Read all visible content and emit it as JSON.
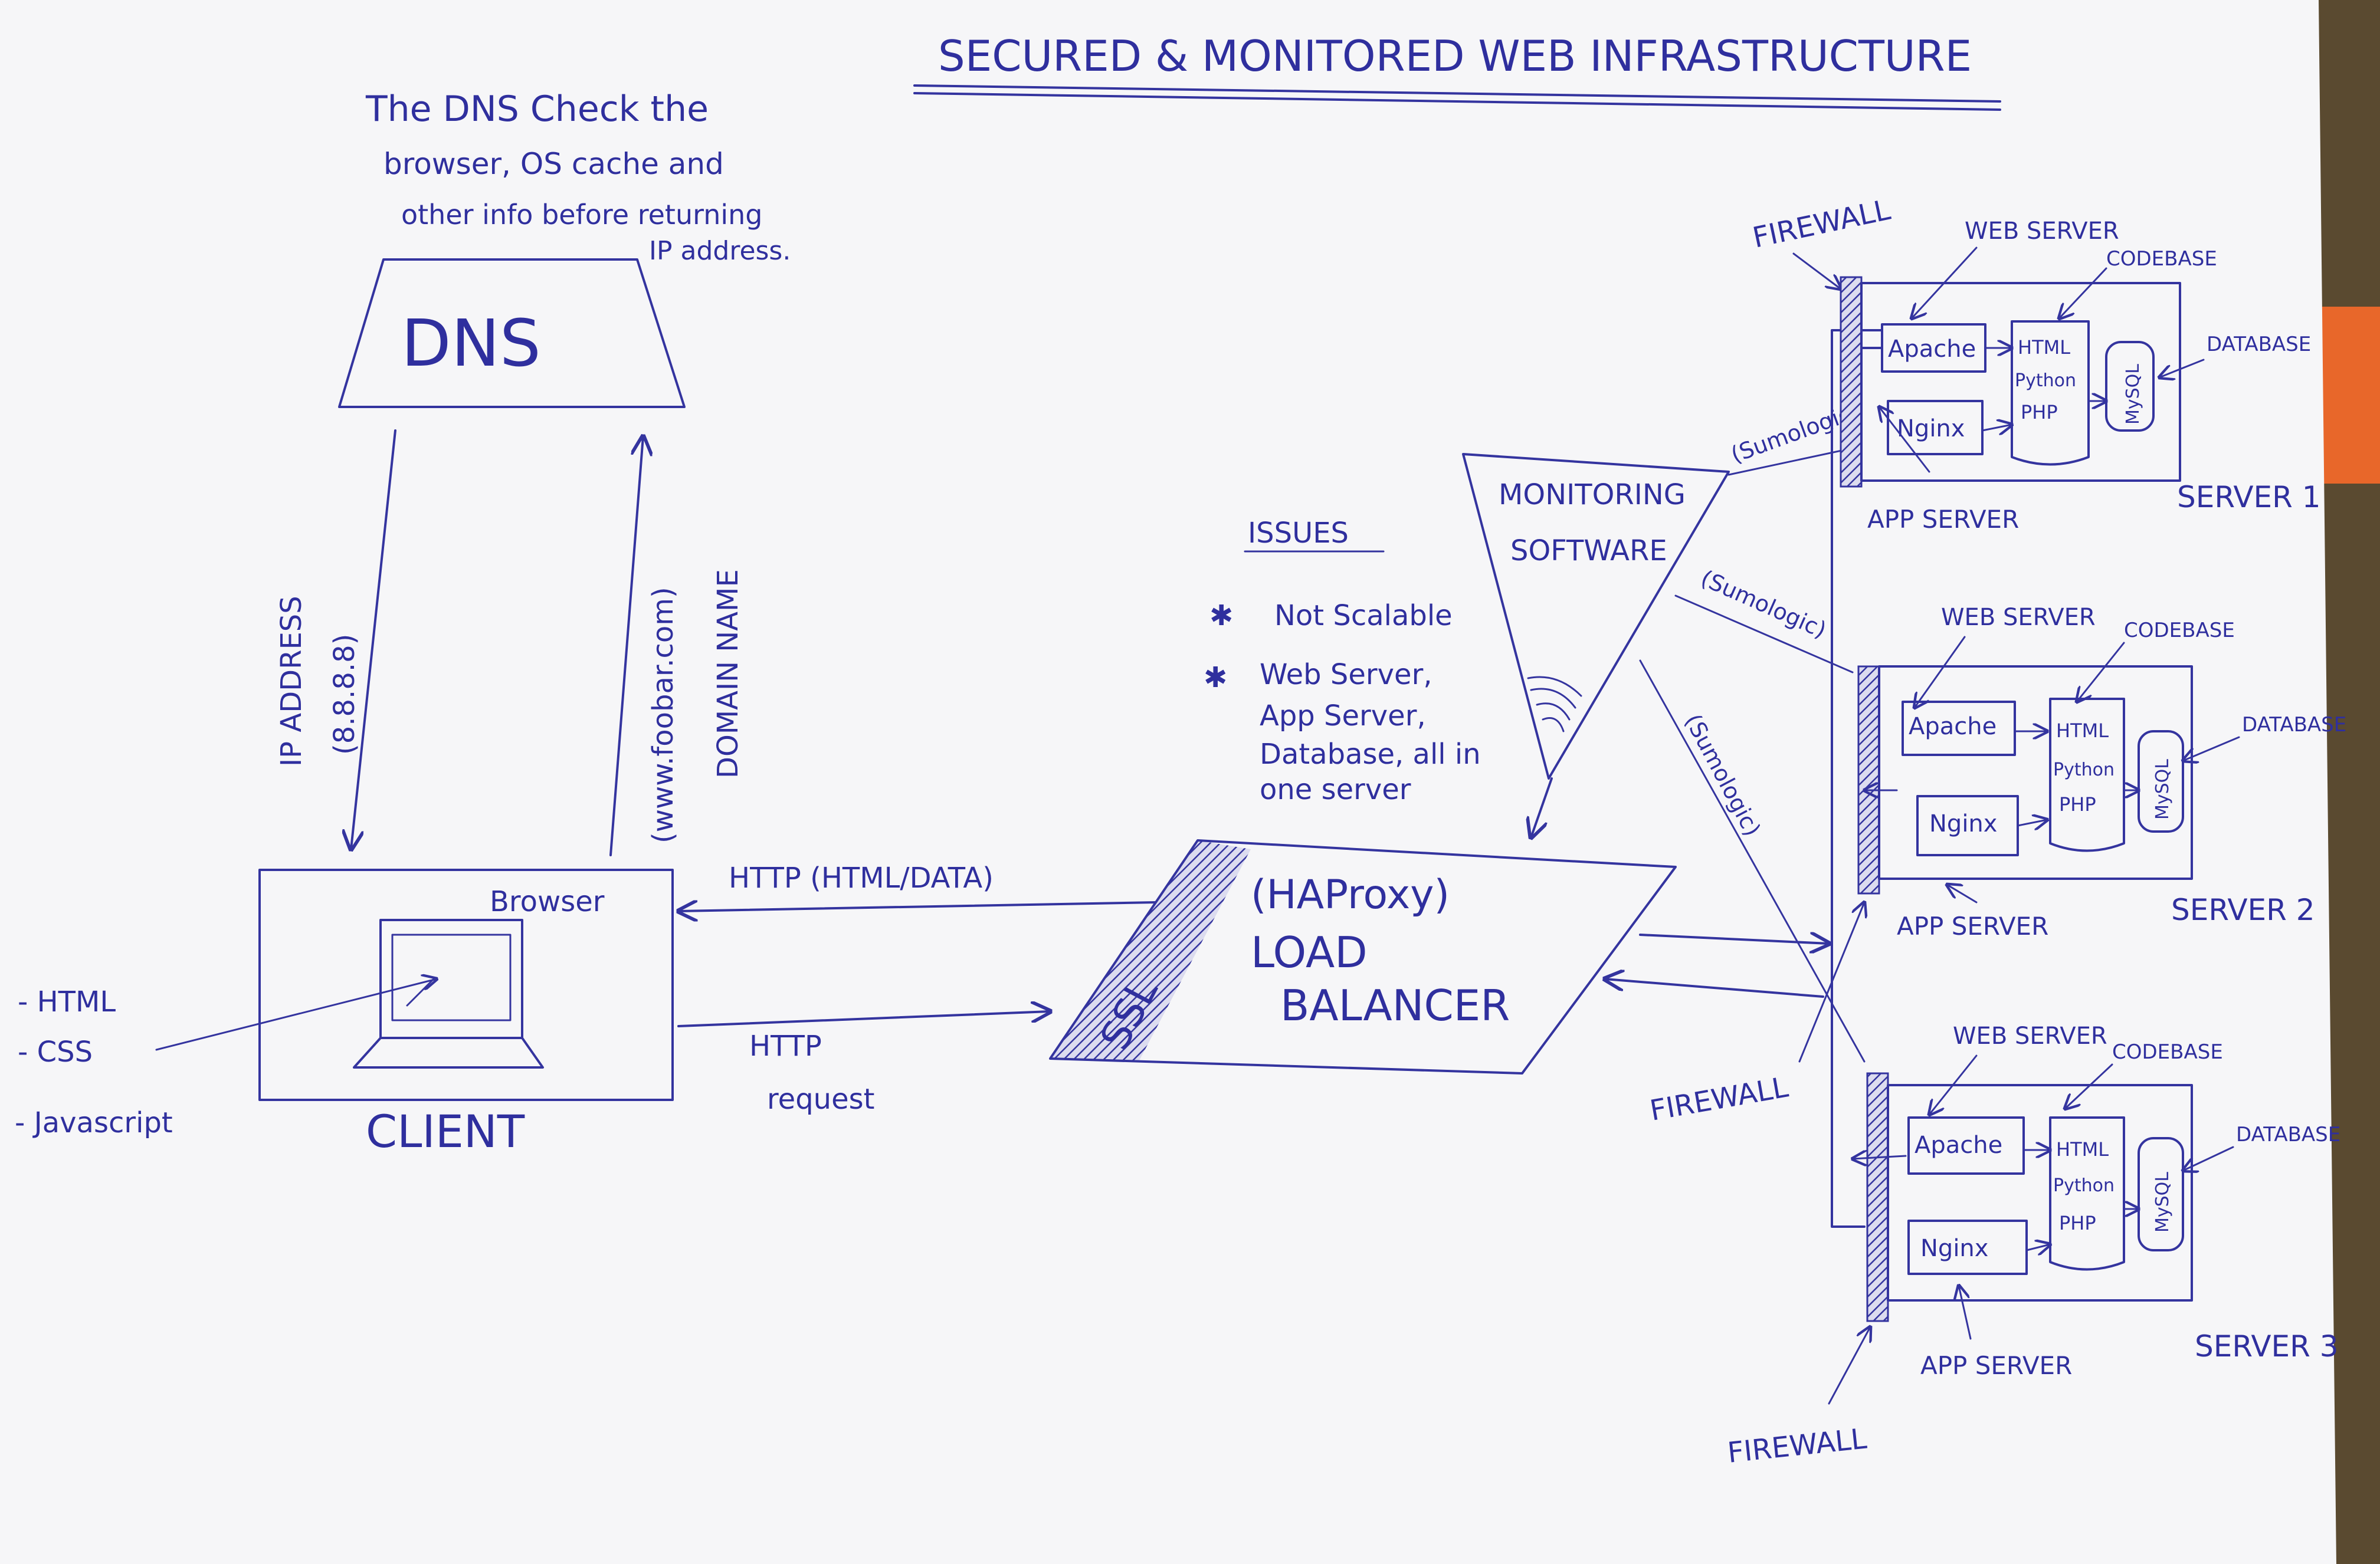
{
  "title": "SECURED & MONITORED WEB INFRASTRUCTURE",
  "dns_note": [
    "The DNS Check the",
    "browser, OS cache and",
    "other info before returning",
    "IP address."
  ],
  "dns": {
    "label": "DNS"
  },
  "ip_address_label": "IP ADDRESS",
  "ip_address_value": "(8.8.8.8)",
  "domain_value": "(www.foobar.com)",
  "domain_label": "DOMAIN NAME",
  "client": {
    "label": "CLIENT",
    "browser": "Browser",
    "techs": [
      "- HTML",
      "- CSS",
      "- Javascript"
    ]
  },
  "http_response": "HTTP (HTML/DATA)",
  "http_request": [
    "HTTP",
    "request"
  ],
  "load_balancer": {
    "ssl": "SSL",
    "haproxy": "(HAProxy)",
    "label": [
      "LOAD",
      "BALANCER"
    ]
  },
  "issues": {
    "title": "ISSUES",
    "items": [
      "Not Scalable",
      "Web Server,",
      "App Server,",
      "Database, all in",
      "one server"
    ]
  },
  "monitoring": {
    "label": [
      "MONITORING",
      "SOFTWARE"
    ],
    "agent": "(Sumologic)"
  },
  "firewall_label": "FIREWALL",
  "servers": [
    {
      "name": "SERVER 1",
      "web": "WEB SERVER",
      "code": "CODEBASE",
      "db": "DATABASE",
      "app": "APP SERVER",
      "apache": "Apache",
      "nginx": "Nginx",
      "codebase_items": [
        "HTML",
        "Python",
        "PHP"
      ],
      "mysql": "MySQL"
    },
    {
      "name": "SERVER 2",
      "web": "WEB SERVER",
      "code": "CODEBASE",
      "db": "DATABASE",
      "app": "APP SERVER",
      "apache": "Apache",
      "nginx": "Nginx",
      "codebase_items": [
        "HTML",
        "Python",
        "PHP"
      ],
      "mysql": "MySQL"
    },
    {
      "name": "SERVER 3",
      "web": "WEB SERVER",
      "code": "CODEBASE",
      "db": "DATABASE",
      "app": "APP SERVER",
      "apache": "Apache",
      "nginx": "Nginx",
      "codebase_items": [
        "HTML",
        "Python",
        "PHP"
      ],
      "mysql": "MySQL"
    }
  ],
  "colors": {
    "ink": "#34349f",
    "paper": "#f6f6f8",
    "background": "#5a4a30",
    "orange": "#e8672a"
  }
}
